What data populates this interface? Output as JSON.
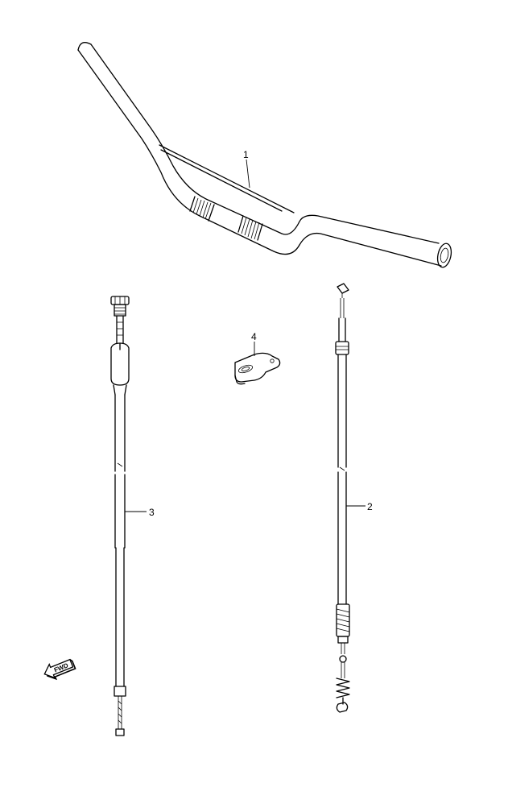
{
  "parts": [
    {
      "id": "handlebar",
      "number": "1"
    },
    {
      "id": "cable-2",
      "number": "2"
    },
    {
      "id": "cable-3",
      "number": "3"
    },
    {
      "id": "clamp",
      "number": "4"
    }
  ],
  "direction_marker": {
    "label": "FWD",
    "icon": "forward-arrow-icon"
  },
  "colors": {
    "line": "#000000",
    "background": "#ffffff"
  }
}
